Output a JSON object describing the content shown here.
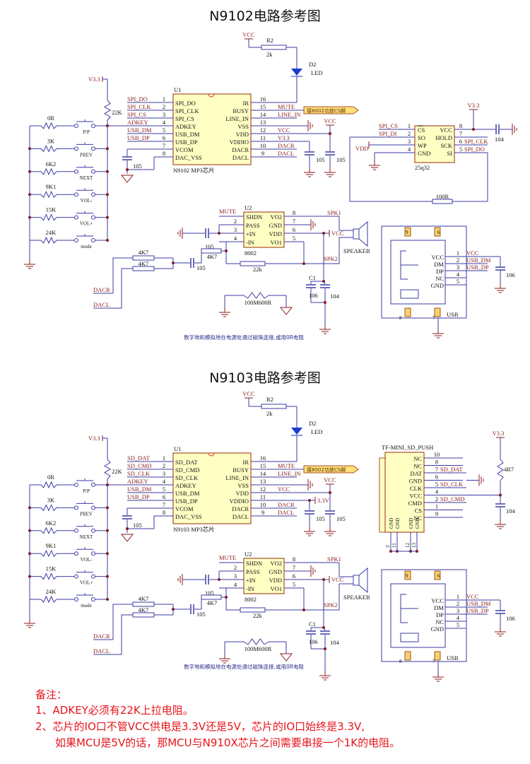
{
  "colors": {
    "wire": "#3b3ba6",
    "net": "#8b1a1a",
    "chip_fill": "#ffffc4",
    "chip_border": "#a8502a",
    "remark": "#e8141b"
  },
  "s1": {
    "title": "N9102电路参考图",
    "top": {
      "vcc": "VCC",
      "r2_ref": "R2",
      "r2_value": "2k",
      "led_ref": "D2",
      "led_label": "LED",
      "v33": "V3.3",
      "pullup": "22K",
      "busy_tag": "接8002功放CS脚",
      "vcc2": "VCC",
      "cap_vcom": "105",
      "cap_vddio": "105",
      "cap_vdd": "105"
    },
    "u1": {
      "ref": "U1",
      "name": "N9102 MP3芯片",
      "left": [
        {
          "n": "1",
          "pin": "SPI_DO",
          "net": "SPI_DO"
        },
        {
          "n": "2",
          "pin": "SPI_CLK",
          "net": "SPI_CLK"
        },
        {
          "n": "3",
          "pin": "SPI_CS",
          "net": "SPI_CS"
        },
        {
          "n": "4",
          "pin": "ADKEY",
          "net": "ADKEY"
        },
        {
          "n": "5",
          "pin": "USB_DM",
          "net": "USB_DM"
        },
        {
          "n": "6",
          "pin": "USB_DP",
          "net": "USB_DP"
        },
        {
          "n": "7",
          "pin": "VCOM",
          "net": ""
        },
        {
          "n": "8",
          "pin": "DAC_VSS",
          "net": ""
        }
      ],
      "right": [
        {
          "n": "16",
          "pin": "IR",
          "net": ""
        },
        {
          "n": "15",
          "pin": "BUSY",
          "net": "MUTE"
        },
        {
          "n": "14",
          "pin": "LINE_IN",
          "net": "LINE_IN"
        },
        {
          "n": "13",
          "pin": "VSS",
          "net": ""
        },
        {
          "n": "12",
          "pin": "VDD",
          "net": "VCC"
        },
        {
          "n": "11",
          "pin": "VDDIO",
          "net": "V3.3"
        },
        {
          "n": "10",
          "pin": "DACR",
          "net": "DACR"
        },
        {
          "n": "9",
          "pin": "DACL",
          "net": "DACL"
        }
      ]
    },
    "keys": [
      {
        "r": "0R",
        "label": "P/P"
      },
      {
        "r": "3K",
        "label": "PREV"
      },
      {
        "r": "6K2",
        "label": "NEXT"
      },
      {
        "r": "9K1",
        "label": "VOL-"
      },
      {
        "r": "15K",
        "label": "VOL+"
      },
      {
        "r": "24K",
        "label": "mode"
      }
    ],
    "flash": {
      "name": "25q32",
      "v33": "V3.3",
      "cap": "104",
      "r": "100R",
      "vdd": "VDD",
      "left": [
        {
          "n": "1",
          "pin": "CS",
          "net": "SPI_CS"
        },
        {
          "n": "2",
          "pin": "SO",
          "net": "SPI_DI"
        },
        {
          "n": "3",
          "pin": "WP",
          "net": ""
        },
        {
          "n": "4",
          "pin": "GND",
          "net": ""
        }
      ],
      "right": [
        {
          "n": "8",
          "pin": "VCC",
          "net": ""
        },
        {
          "n": "7",
          "pin": "HOLD",
          "net": ""
        },
        {
          "n": "6",
          "pin": "SCK",
          "net": "SPI_CLK"
        },
        {
          "n": "5",
          "pin": "SI",
          "net": "SPI_DO"
        }
      ]
    },
    "amp": {
      "ref": "U2",
      "name": "8002",
      "mute": "MUTE",
      "left": [
        {
          "n": "",
          "pin": "SHDN"
        },
        {
          "n": "2",
          "pin": "PASS"
        },
        {
          "n": "3",
          "pin": "+IN"
        },
        {
          "n": "4",
          "pin": "-IN"
        }
      ],
      "right": [
        {
          "n": "8",
          "pin": "VO2"
        },
        {
          "n": "7",
          "pin": "GND"
        },
        {
          "n": "6",
          "pin": "VDD"
        },
        {
          "n": "5",
          "pin": "VO1"
        }
      ],
      "spk1": "SPK1",
      "spk2": "SPK2",
      "speaker": "SPEAKER",
      "vcc": "VCC",
      "c1": "C1",
      "c1_val": "106",
      "c2_val": "104",
      "cin": "105",
      "rin1": "4K7",
      "rin2": "4K7",
      "rfb_in": "4K7",
      "cdc": "105",
      "rfb": "22k",
      "dacr": "DACR",
      "dacl": "DACL",
      "bead": "100M600R"
    },
    "usb": {
      "name": "USB",
      "cap": "106",
      "shell": [
        "9",
        "6",
        "8",
        "7"
      ],
      "pins": [
        {
          "n": "1",
          "pin": "VCC",
          "net": "VCC"
        },
        {
          "n": "2",
          "pin": "DM",
          "net": "USB_DM"
        },
        {
          "n": "3",
          "pin": "DP",
          "net": "USB_DP"
        },
        {
          "n": "4",
          "pin": "NC",
          "net": ""
        },
        {
          "n": "5",
          "pin": "GND",
          "net": ""
        }
      ]
    },
    "note": "数字地和模拟地在电源处通过磁珠连接,或用0R电阻"
  },
  "s2": {
    "title": "N9103电路参考图",
    "top": {
      "vcc": "VCC",
      "r2_ref": "R2",
      "r2_value": "2k",
      "led_ref": "D2",
      "led_label": "LED",
      "v33": "V3.3",
      "pullup": "22K",
      "busy_tag": "接8002功放CS脚",
      "vcc2": "VCC",
      "cap_vcom": "105",
      "cap_vddio": "105",
      "cap_vdd": "105",
      "tag33": "3.3V"
    },
    "u1": {
      "ref": "U1",
      "name": "N9103 MP3芯片",
      "left": [
        {
          "n": "1",
          "pin": "SD_DAT",
          "net": "SD_DAT"
        },
        {
          "n": "2",
          "pin": "SD_CMD",
          "net": "SD_CMD"
        },
        {
          "n": "3",
          "pin": "SD_CLK",
          "net": "SD_CLK"
        },
        {
          "n": "4",
          "pin": "ADKEY",
          "net": "ADKEY"
        },
        {
          "n": "5",
          "pin": "USB_DM",
          "net": "USB_DM"
        },
        {
          "n": "6",
          "pin": "USB_DP",
          "net": "USB_DP"
        },
        {
          "n": "7",
          "pin": "VCOM",
          "net": ""
        },
        {
          "n": "8",
          "pin": "DAC_VSS",
          "net": ""
        }
      ],
      "right": [
        {
          "n": "16",
          "pin": "IR",
          "net": ""
        },
        {
          "n": "15",
          "pin": "BUSY",
          "net": "MUTE"
        },
        {
          "n": "14",
          "pin": "LINE_IN",
          "net": "LINE_IN"
        },
        {
          "n": "13",
          "pin": "VSS",
          "net": ""
        },
        {
          "n": "12",
          "pin": "VDD",
          "net": "VCC"
        },
        {
          "n": "11",
          "pin": "VDDIO",
          "net": ""
        },
        {
          "n": "10",
          "pin": "DACR",
          "net": "DACR"
        },
        {
          "n": "9",
          "pin": "DACL",
          "net": "DACL"
        }
      ]
    },
    "keys": [
      {
        "r": "0R",
        "label": "P/P"
      },
      {
        "r": "3K",
        "label": "PREV"
      },
      {
        "r": "6K2",
        "label": "NEXT"
      },
      {
        "r": "9K1",
        "label": "VOL-"
      },
      {
        "r": "15K",
        "label": "VOL+"
      },
      {
        "r": "24K",
        "label": "mode"
      }
    ],
    "tf": {
      "name": "TF-MINI_SD_PUSH",
      "v33": "V3.3",
      "r": "4R7",
      "cap": "104",
      "gnd_label": "GND",
      "pins": [
        {
          "n": "10",
          "pin": "NC",
          "net": ""
        },
        {
          "n": "8",
          "pin": "NC",
          "net": ""
        },
        {
          "n": "7",
          "pin": "DAT",
          "net": "SD_DAT"
        },
        {
          "n": "6",
          "pin": "GND",
          "net": ""
        },
        {
          "n": "5",
          "pin": "CLK",
          "net": "SD_CLK"
        },
        {
          "n": "4",
          "pin": "VCC",
          "net": ""
        },
        {
          "n": "2",
          "pin": "CMD",
          "net": "SD_CMD"
        },
        {
          "n": "1",
          "pin": "CS",
          "net": ""
        },
        {
          "n": "9",
          "pin": "NC",
          "net": ""
        }
      ],
      "gnd_pins": [
        "3",
        "11",
        "12",
        "13"
      ]
    },
    "amp": {
      "ref": "U2",
      "name": "8002",
      "mute": "MUTE",
      "left": [
        {
          "n": "",
          "pin": "SHDN"
        },
        {
          "n": "2",
          "pin": "PASS"
        },
        {
          "n": "3",
          "pin": "+IN"
        },
        {
          "n": "4",
          "pin": "-IN"
        }
      ],
      "right": [
        {
          "n": "8",
          "pin": "VO2"
        },
        {
          "n": "7",
          "pin": "GND"
        },
        {
          "n": "6",
          "pin": "VDD"
        },
        {
          "n": "5",
          "pin": "VO1"
        }
      ],
      "spk1": "SPK1",
      "spk2": "SPK2",
      "speaker": "SPEAKER",
      "vcc": "VCC",
      "c1": "C1",
      "c1_val": "106",
      "c2_val": "104",
      "cin": "105",
      "rin1": "4K7",
      "rin2": "4K7",
      "rfb_in": "4K7",
      "cdc": "105",
      "rfb": "22k",
      "dacr": "DACR",
      "dacl": "DACL",
      "bead": "100M600R"
    },
    "usb": {
      "name": "USB",
      "cap": "106",
      "shell": [
        "9",
        "6",
        "8",
        "7"
      ],
      "pins": [
        {
          "n": "1",
          "pin": "VCC",
          "net": "VCC"
        },
        {
          "n": "2",
          "pin": "DM",
          "net": "USB_DM"
        },
        {
          "n": "3",
          "pin": "DP",
          "net": "USB_DP"
        },
        {
          "n": "4",
          "pin": "NC",
          "net": ""
        },
        {
          "n": "5",
          "pin": "GND",
          "net": ""
        }
      ]
    },
    "note": "数字地和模拟地在电源处通过磁珠连接,或用0R电阻"
  },
  "remarks": {
    "heading": "备注：",
    "lines": [
      "1、ADKEY必须有22K上拉电阻。",
      "2、芯片的IO口不管VCC供电是3.3V还是5V，芯片的IO口始终是3.3V,",
      "如果MCU是5V的话，那MCU与N910X芯片之间需要串接一个1K的电阻。"
    ]
  }
}
